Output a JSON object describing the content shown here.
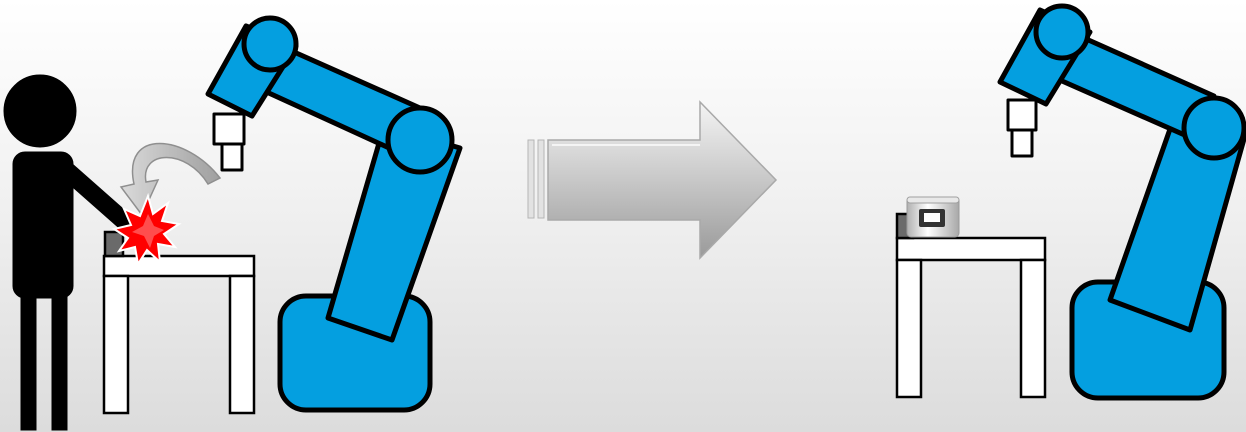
{
  "scene": {
    "before_panel": "human-robot-collision",
    "after_panel": "robot-tool-on-table",
    "transition": "right-arrow"
  },
  "colors": {
    "robot_blue": "#049FE0",
    "outline": "#000000",
    "person": "#000000",
    "collision_red": "#FF0000",
    "table_fill": "#FFFFFF",
    "arrow_gray": "#C8C8C8"
  },
  "icons": [
    "person-icon",
    "robot-arm-icon",
    "collision-burst-icon",
    "motion-arrow-icon",
    "table-icon",
    "gripper-tool-icon",
    "transition-arrow-icon"
  ]
}
